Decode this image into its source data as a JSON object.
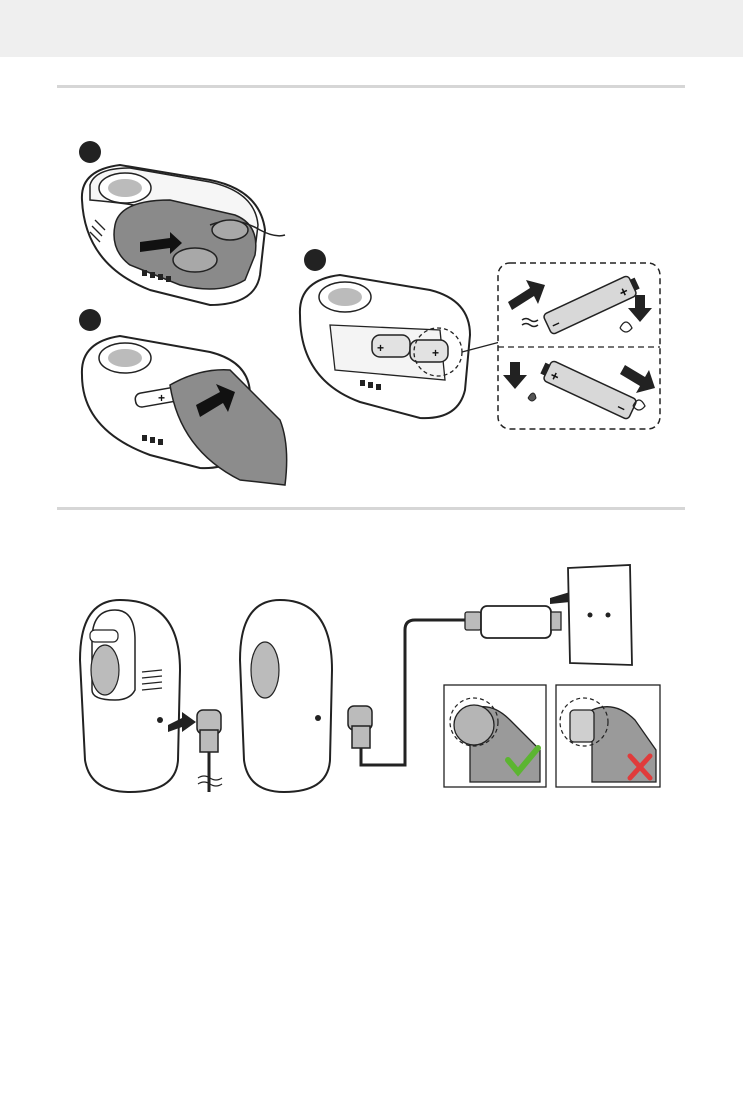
{
  "page": {
    "header_band_color": "#efefef",
    "rule_color": "#d6d6d6"
  },
  "battery_section": {
    "steps": [
      "step-1",
      "step-2",
      "step-3"
    ],
    "polarity": {
      "battery_top": {
        "left_mark": "–",
        "right_mark": "+"
      },
      "battery_bottom": {
        "left_mark": "+",
        "right_mark": "–"
      },
      "in_device": {
        "marks": [
          "+",
          "+"
        ]
      }
    }
  },
  "power_section": {
    "check_colors": {
      "correct": "#5cb531",
      "incorrect": "#e03b3b"
    },
    "icons": [
      "check-mark-icon",
      "cross-mark-icon"
    ]
  }
}
